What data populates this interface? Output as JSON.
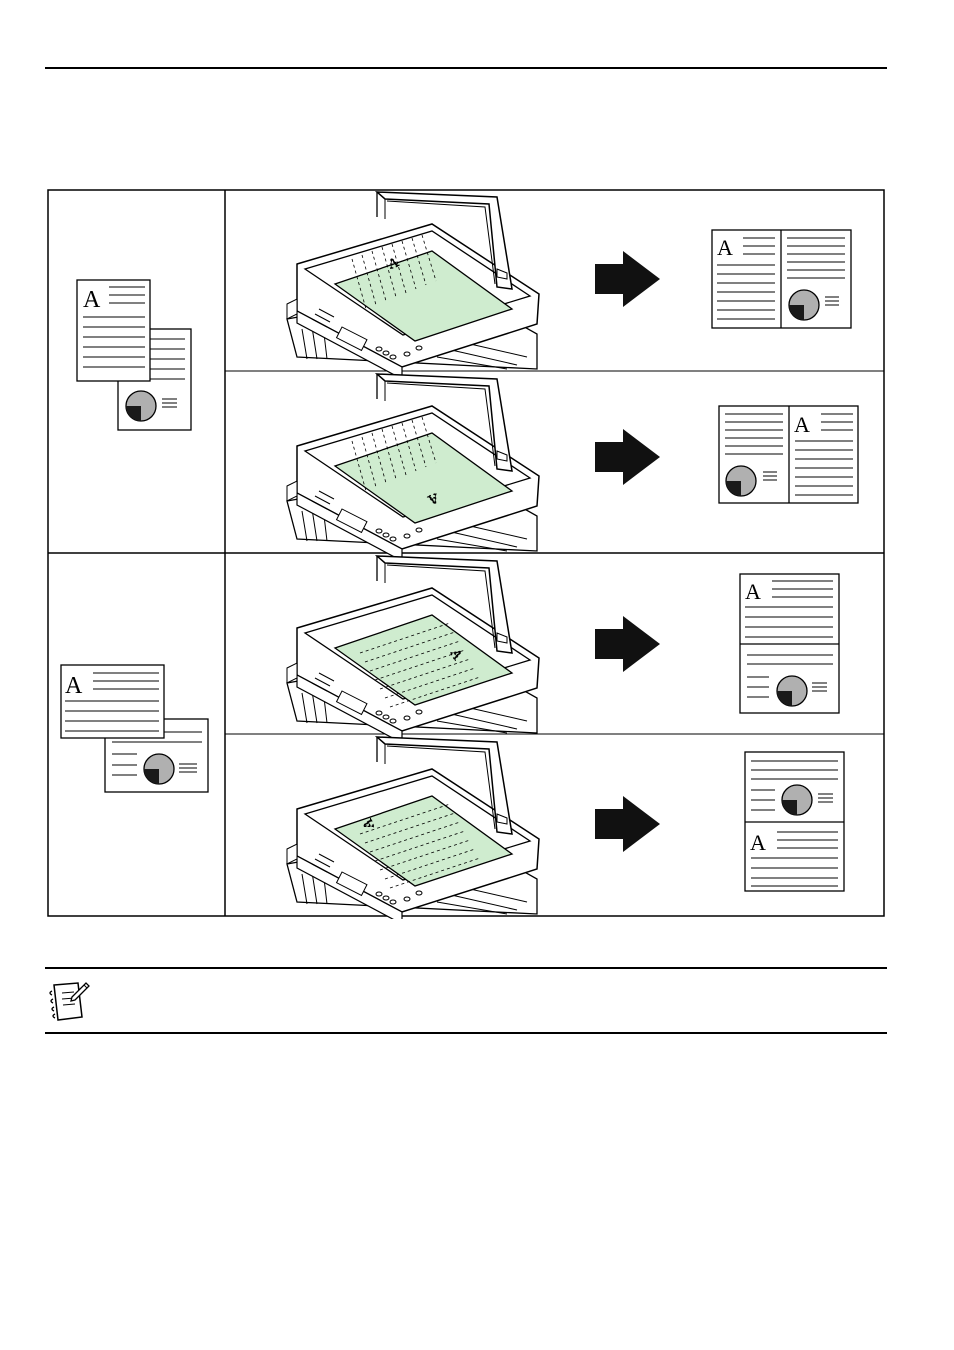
{
  "doc_letter": "A",
  "colors": {
    "glass_green": "#cfeccf",
    "pie_gray": "#b0b0b0",
    "pie_dark": "#1a1a1a",
    "arrow": "#111111",
    "line": "#000000"
  },
  "layout_rows": [
    {
      "group": "portrait-originals",
      "scan": "portrait-top-left",
      "result": "left-A-right-pie"
    },
    {
      "group": "portrait-originals",
      "scan": "portrait-bottom-right",
      "result": "left-pie-right-A"
    },
    {
      "group": "landscape-originals",
      "scan": "landscape-right",
      "result": "top-A-bottom-pie"
    },
    {
      "group": "landscape-originals",
      "scan": "landscape-left",
      "result": "top-pie-bottom-A"
    }
  ],
  "icons": {
    "arrow": "right-arrow-icon",
    "note": "note-icon",
    "scanner": "copier-icon"
  }
}
